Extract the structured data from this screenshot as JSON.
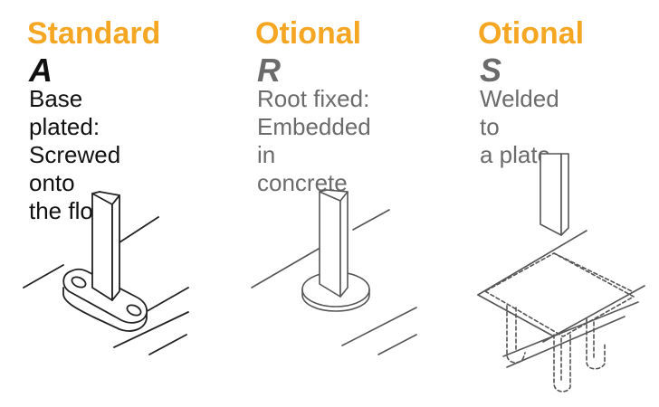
{
  "colors": {
    "accent": "#f5a623",
    "strong_text": "#111111",
    "muted_text": "#6b6b6b",
    "line_dark": "#222222",
    "line_muted": "#555555"
  },
  "options": [
    {
      "heading": "Standard",
      "letter": "A",
      "description": "Base plated:\nScrewed onto\nthe floor"
    },
    {
      "heading": "Otional",
      "letter": "R",
      "description": "Root fixed:\nEmbedded in\nconcrete"
    },
    {
      "heading": "Otional",
      "letter": "S",
      "description": "Welded to\na plate"
    }
  ]
}
